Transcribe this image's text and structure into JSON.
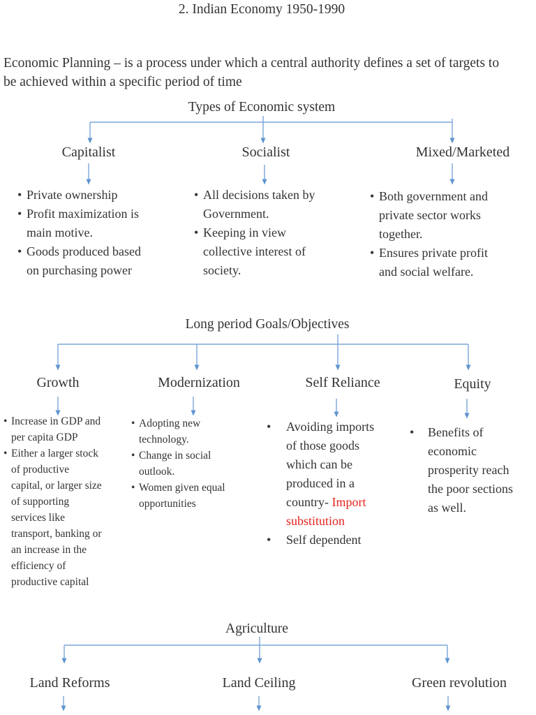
{
  "page": {
    "title": "2. Indian Economy 1950-1990",
    "intro": "Economic Planning – is a process under which a central authority defines a set of targets to be achieved within a specific period of time"
  },
  "colors": {
    "connector_blue": "#79a6d9",
    "arrowhead_blue": "#5f95cf",
    "highlight_red": "#e5231f",
    "text": "#333333"
  },
  "sections": {
    "economic_system": {
      "heading": "Types of Economic system",
      "branches": [
        {
          "label": "Capitalist",
          "items": [
            "Private  ownership",
            "Profit maximization is main motive.",
            "Goods produced based on purchasing power"
          ]
        },
        {
          "label": "Socialist",
          "items": [
            "All decisions taken by Government.",
            "Keeping in view collective interest of society."
          ]
        },
        {
          "label": "Mixed/Marketed",
          "items": [
            "Both government and private sector works together.",
            "Ensures private profit and social welfare."
          ]
        }
      ]
    },
    "goals": {
      "heading": "Long period Goals/Objectives",
      "branches": [
        {
          "label": "Growth",
          "items": [
            "Increase in GDP and per capita GDP",
            "Either a larger stock of productive capital, or larger size of supporting services like transport, banking or an increase in the efficiency of productive capital"
          ]
        },
        {
          "label": "Modernization",
          "items": [
            "Adopting new technology.",
            "Change in social outlook.",
            "Women given equal opportunities"
          ]
        },
        {
          "label": "Self Reliance",
          "bullet1_text": "Avoiding imports of those goods which can be produced in a country- ",
          "bullet1_red": "Import substitution",
          "bullet2": "Self dependent"
        },
        {
          "label": "Equity",
          "items": [
            "Benefits of economic prosperity reach the poor sections as well."
          ]
        }
      ]
    },
    "agriculture": {
      "heading": "Agriculture",
      "branches": [
        {
          "label": "Land Reforms"
        },
        {
          "label": "Land Ceiling"
        },
        {
          "label": "Green revolution"
        }
      ]
    }
  }
}
